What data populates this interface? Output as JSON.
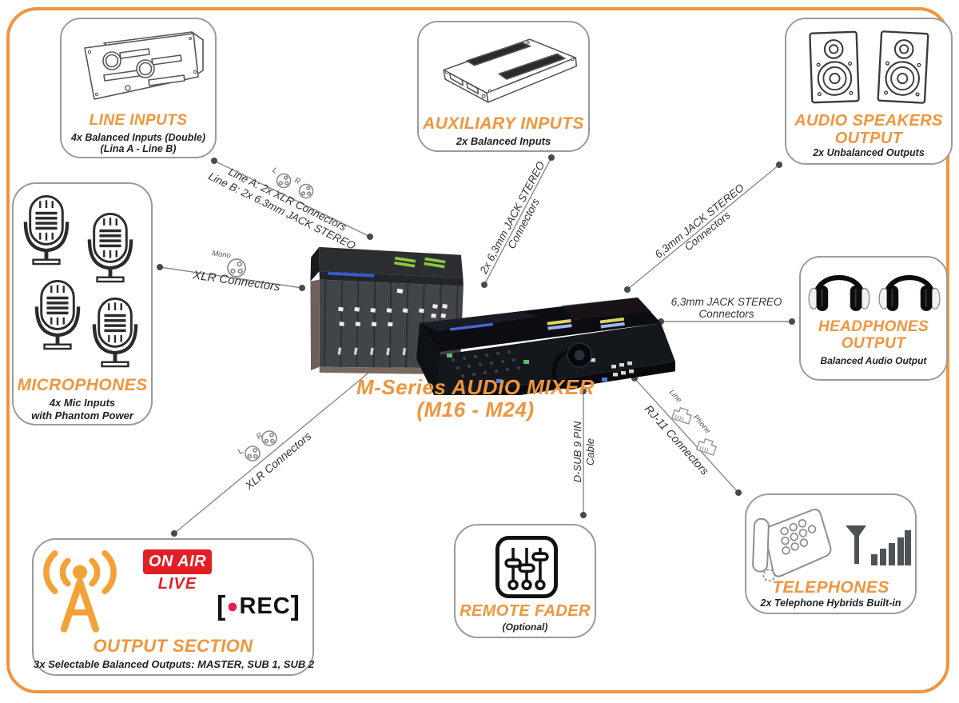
{
  "center": {
    "title_line1": "M-Series AUDIO MIXER",
    "title_line2": "(M16 - M24)"
  },
  "nodes": {
    "line_inputs": {
      "title": "LINE INPUTS",
      "sub1": "4x Balanced Inputs (Double)",
      "sub2": "(Lina A - Line B)"
    },
    "auxiliary_inputs": {
      "title": "AUXILIARY INPUTS",
      "sub1": "2x Balanced Inputs"
    },
    "audio_speakers_output": {
      "title_line1": "AUDIO SPEAKERS",
      "title_line2": "OUTPUT",
      "sub1": "2x Unbalanced Outputs"
    },
    "microphones": {
      "title": "MICROPHONES",
      "sub1": "4x Mic Inputs",
      "sub2": "with Phantom Power"
    },
    "headphones_output": {
      "title_line1": "HEADPHONES",
      "title_line2": "OUTPUT",
      "sub1": "Balanced Audio Output"
    },
    "output_section": {
      "title": "OUTPUT SECTION",
      "sub1": "3x Selectable Balanced Outputs: MASTER, SUB 1, SUB 2",
      "on_air": "ON AIR",
      "live": "LIVE",
      "rec_open": "[",
      "rec_dot": "●",
      "rec_text": "REC",
      "rec_close": "]"
    },
    "remote_fader": {
      "title": "REMOTE FADER",
      "sub1": "(Optional)"
    },
    "telephones": {
      "title": "TELEPHONES",
      "sub1": "2x Telephone Hybrids Built-in"
    }
  },
  "connections": {
    "line_inputs_to_mixer": {
      "label_line1": "Line A: 2x XLR Connectors",
      "label_line2": "Line B: 2x 6.3mm JACK STEREO",
      "icon_label_left": "L",
      "icon_label_right": "R"
    },
    "microphones_to_mixer": {
      "label": "XLR Connectors",
      "icon_label": "Mono"
    },
    "auxiliary_to_mixer": {
      "label_line1": "2x 6,3mm JACK STEREO",
      "label_line2": "Connectors"
    },
    "mixer_to_speakers": {
      "label_line1": "6,3mm JACK STEREO",
      "label_line2": "Connectors"
    },
    "mixer_to_headphones": {
      "label_line1": "6,3mm JACK STEREO",
      "label_line2": "Connectors"
    },
    "mixer_to_output_section": {
      "label": "XLR Connectors",
      "icon_label_left": "L",
      "icon_label_right": "R"
    },
    "mixer_to_remote_fader": {
      "label_line1": "D-SUB 9 PIN",
      "label_line2": "Cable"
    },
    "mixer_to_telephones": {
      "label": "RJ-11 Connectors",
      "icon_label_line": "Line",
      "icon_label_phone": "Phone"
    }
  },
  "colors": {
    "accent_orange": "#F0953C",
    "frame_orange": "#F0953C",
    "connector_line": "#8A8A8A",
    "on_air_red": "#E41E26",
    "rec_dot_red": "#E9204A"
  }
}
